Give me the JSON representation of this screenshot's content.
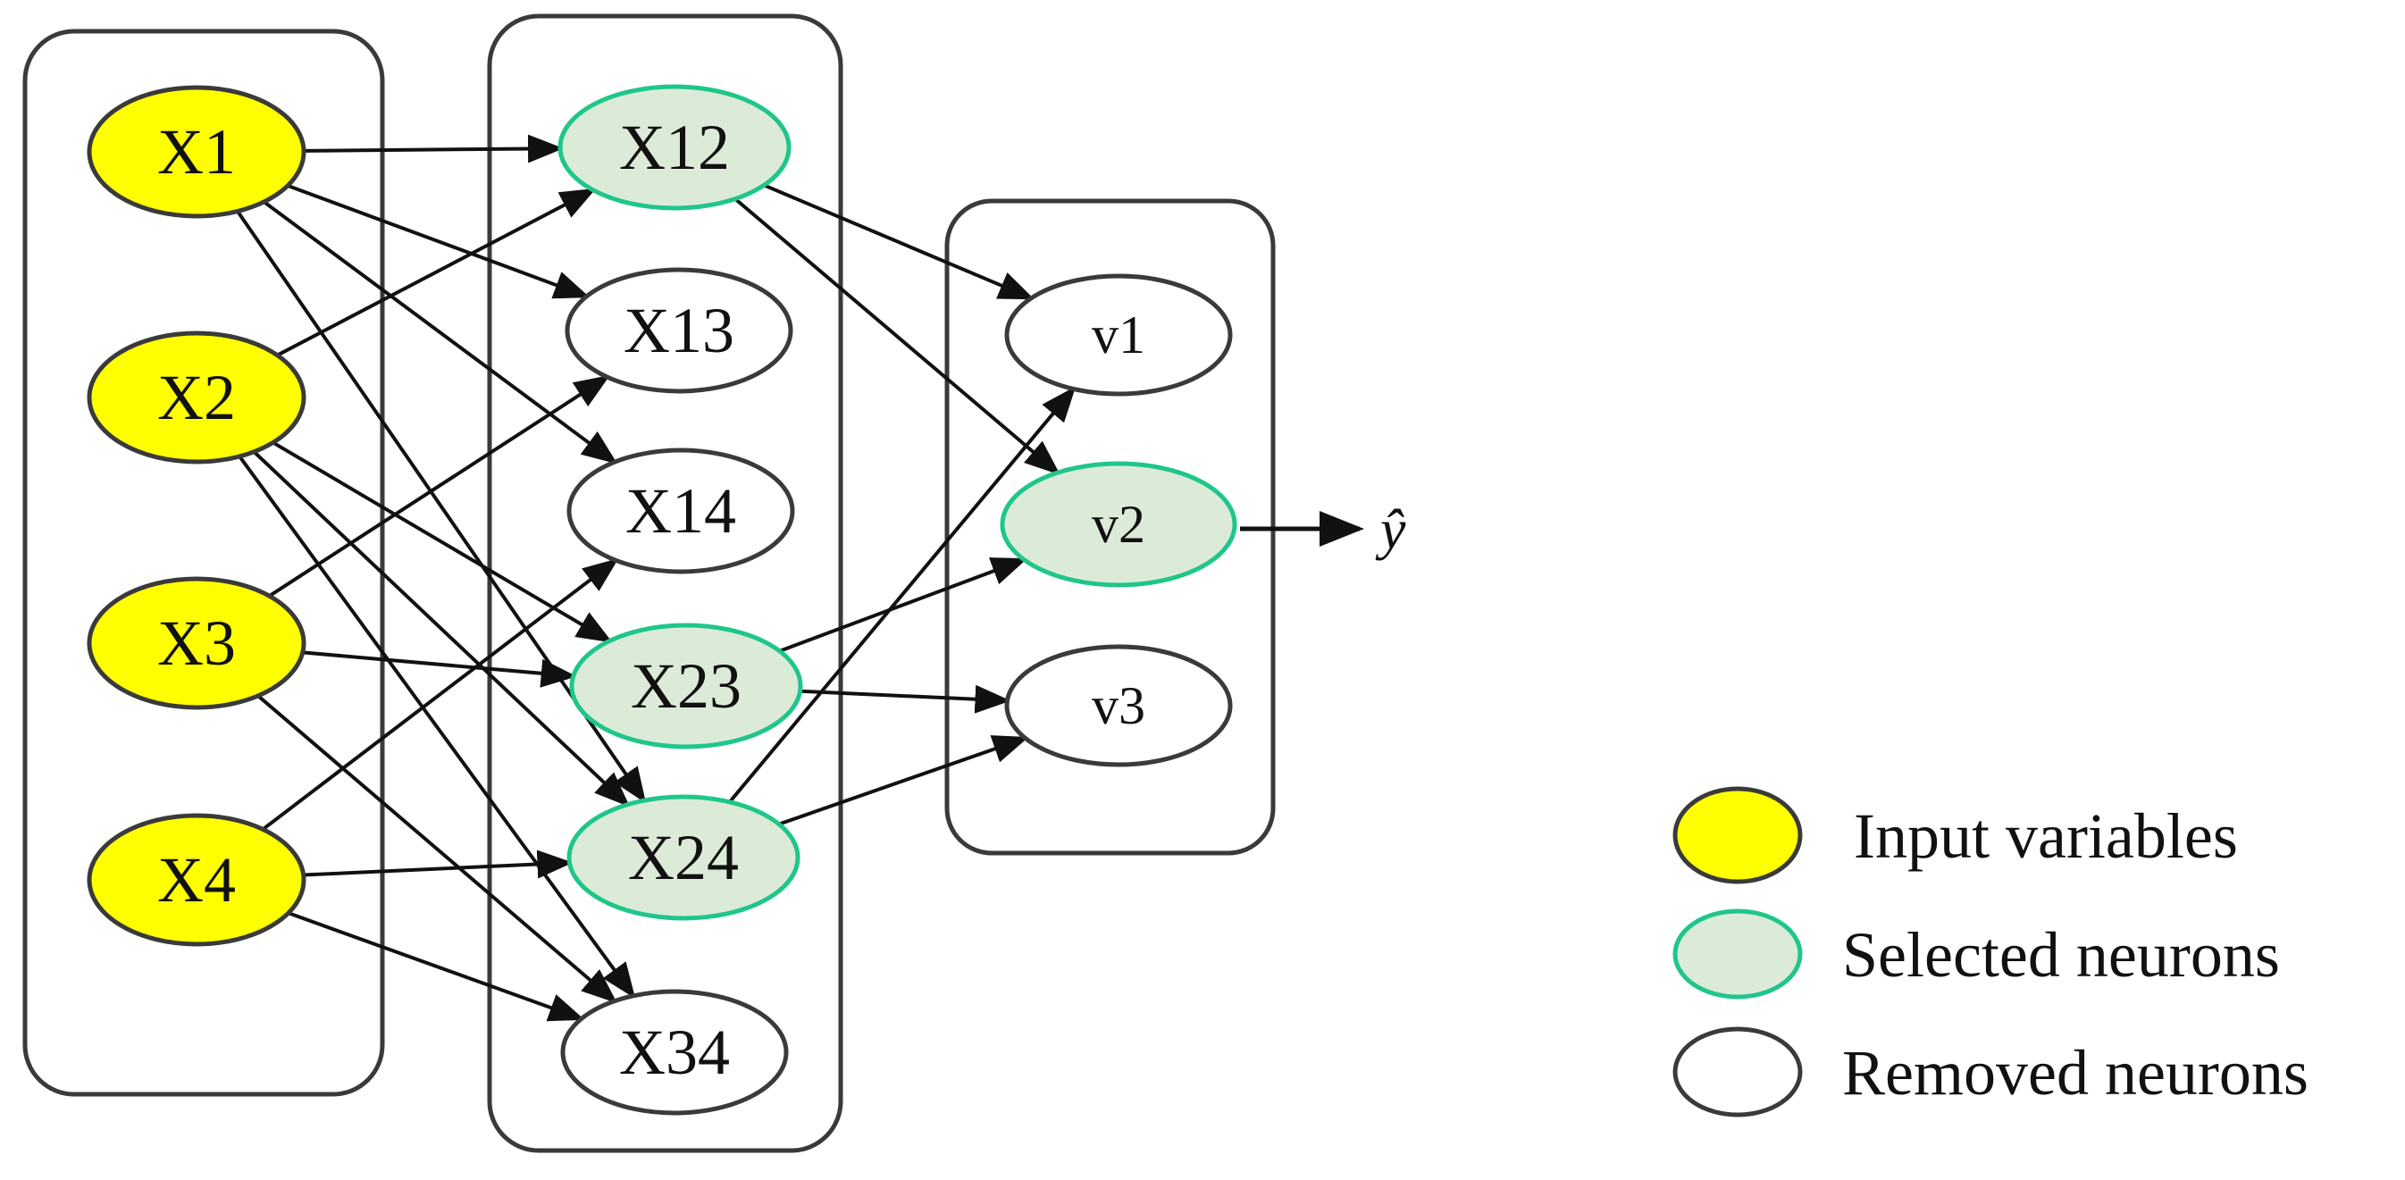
{
  "colors": {
    "input_fill": "#ffff00",
    "selected_fill": "#dcebd8",
    "selected_stroke": "#1fc68a",
    "removed_fill": "#ffffff",
    "stroke": "#3a3a3a"
  },
  "input_nodes": [
    {
      "id": "X1",
      "label": "X1"
    },
    {
      "id": "X2",
      "label": "X2"
    },
    {
      "id": "X3",
      "label": "X3"
    },
    {
      "id": "X4",
      "label": "X4"
    }
  ],
  "hidden_nodes": [
    {
      "id": "X12",
      "label": "X12",
      "status": "selected"
    },
    {
      "id": "X13",
      "label": "X13",
      "status": "removed"
    },
    {
      "id": "X14",
      "label": "X14",
      "status": "removed"
    },
    {
      "id": "X23",
      "label": "X23",
      "status": "selected"
    },
    {
      "id": "X24",
      "label": "X24",
      "status": "selected"
    },
    {
      "id": "X34",
      "label": "X34",
      "status": "removed"
    }
  ],
  "v_nodes": [
    {
      "id": "v1",
      "label": "v1",
      "status": "removed"
    },
    {
      "id": "v2",
      "label": "v2",
      "status": "selected"
    },
    {
      "id": "v3",
      "label": "v3",
      "status": "removed"
    }
  ],
  "output": {
    "label": "ŷ"
  },
  "legend": {
    "input": "Input variables",
    "selected": "Selected neurons",
    "removed": "Removed neurons"
  }
}
